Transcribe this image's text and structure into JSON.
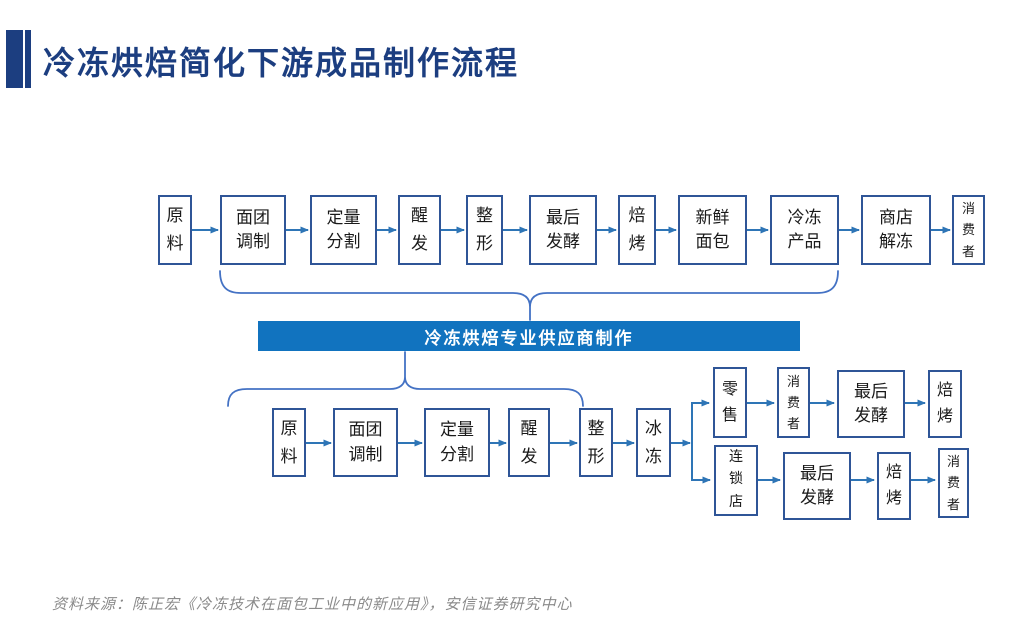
{
  "title": "冷冻烘焙简化下游成品制作流程",
  "banner": {
    "label": "冷冻烘焙专业供应商制作"
  },
  "top_flow": {
    "boxes": [
      {
        "label": "原料"
      },
      {
        "label": "面团调制"
      },
      {
        "label": "定量分割"
      },
      {
        "label": "醒发"
      },
      {
        "label": "整形"
      },
      {
        "label": "最后发酵"
      },
      {
        "label": "焙烤"
      },
      {
        "label": "新鲜面包"
      },
      {
        "label": "冷冻产品"
      },
      {
        "label": "商店解冻"
      },
      {
        "label": "消费者"
      }
    ]
  },
  "bottom_flow": {
    "boxes": [
      {
        "label": "原料"
      },
      {
        "label": "面团调制"
      },
      {
        "label": "定量分割"
      },
      {
        "label": "醒发"
      },
      {
        "label": "整形"
      },
      {
        "label": "冰冻"
      }
    ]
  },
  "retail_branch": {
    "boxes": [
      {
        "label": "零售"
      },
      {
        "label": "消费者"
      },
      {
        "label": "最后发酵"
      },
      {
        "label": "焙烤"
      }
    ]
  },
  "chain_branch": {
    "boxes": [
      {
        "label": "连锁店"
      },
      {
        "label": "最后发酵"
      },
      {
        "label": "焙烤"
      },
      {
        "label": "消费者"
      }
    ]
  },
  "source_note": "资料来源：陈正宏《冷冻技术在面包工业中的新应用》，安信证券研究中心",
  "colors": {
    "title": "#1C3E80",
    "box_border": "#2F5597",
    "arrow": "#2E75B6",
    "brace": "#4472C4",
    "banner_bg": "#1173BF",
    "banner_text": "#FFFFFF",
    "source_text": "#8A8A8A"
  }
}
